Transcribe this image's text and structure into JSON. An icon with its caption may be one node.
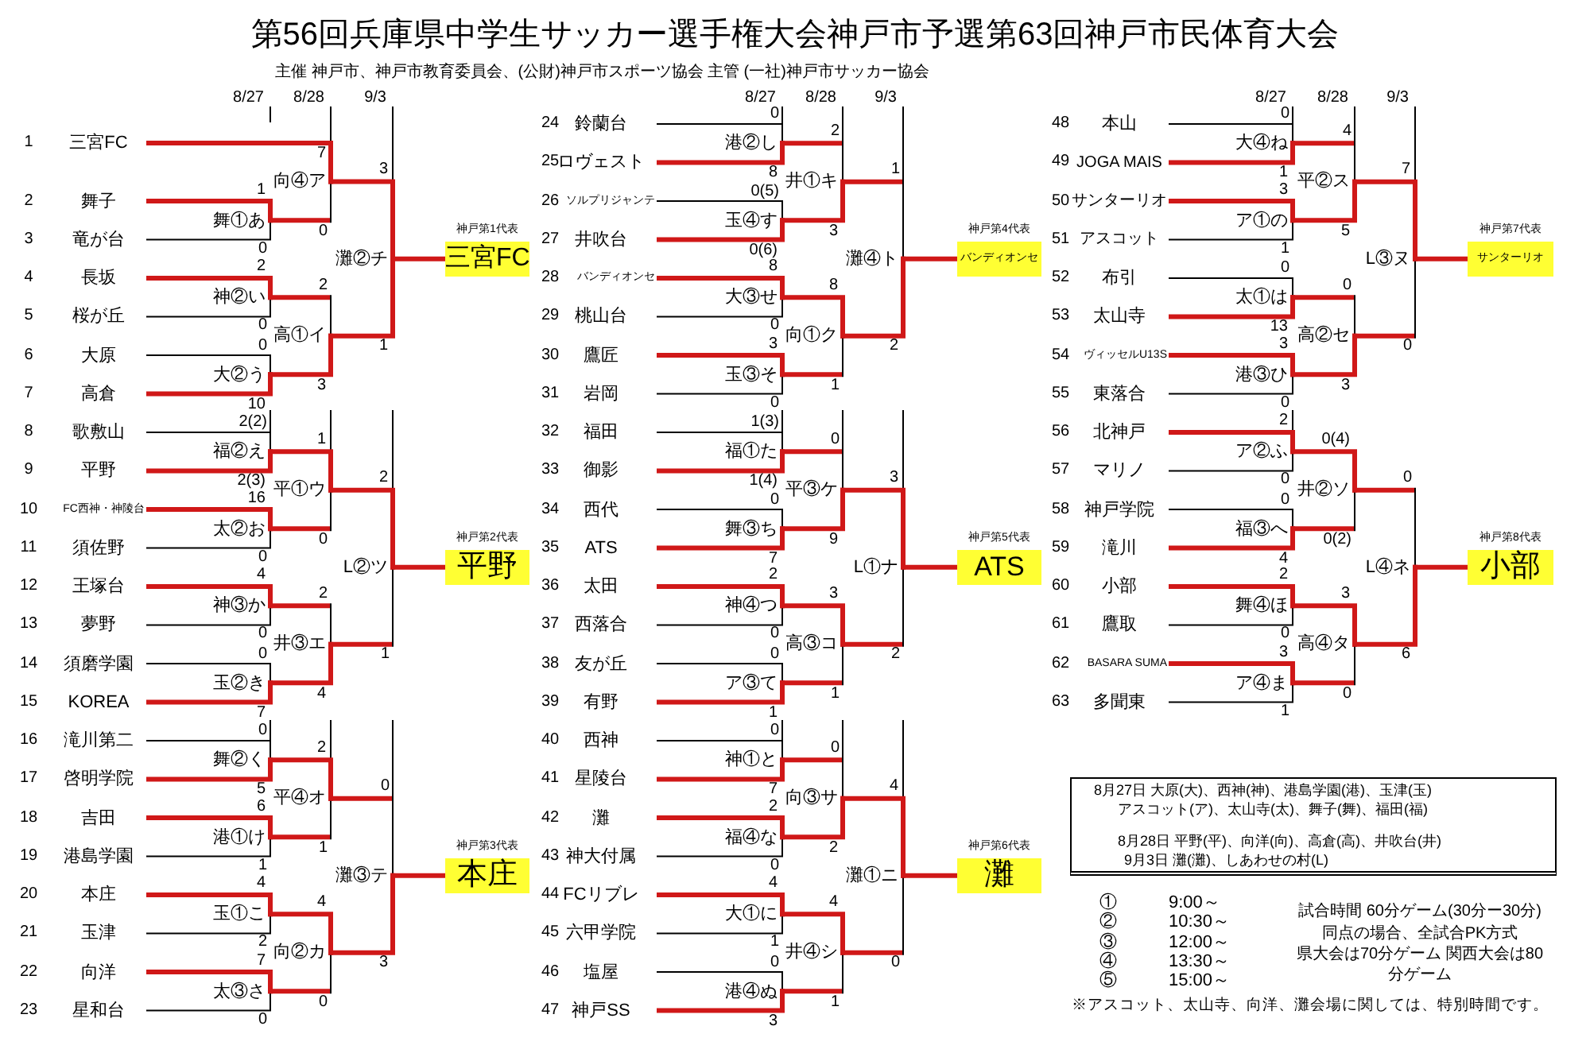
{
  "diagram": {
    "title": "第56回兵庫県中学生サッカー選手権大会神戸市予選第63回神戸市民体育大会",
    "nodes": [
      {
        "text": [
          "三宮FC"
        ],
        "beside": [
          "1"
        ]
      },
      {
        "text": [
          "舞子"
        ],
        "beside": [
          "2"
        ]
      },
      {
        "text": [
          "竜が台"
        ],
        "beside": [
          "3"
        ]
      },
      {
        "text": [
          "長坂"
        ],
        "beside": [
          "4"
        ]
      },
      {
        "text": [
          "桜が丘"
        ],
        "beside": [
          "5"
        ]
      },
      {
        "text": [
          "大原"
        ],
        "beside": [
          "6"
        ]
      },
      {
        "text": [
          "高倉"
        ],
        "beside": [
          "7"
        ]
      },
      {
        "text": [
          "歌敷山"
        ],
        "beside": [
          "8"
        ]
      },
      {
        "text": [
          "平野"
        ],
        "beside": [
          "9"
        ]
      },
      {
        "text": [
          "FC西神・神陵台"
        ],
        "beside": [
          "10"
        ]
      },
      {
        "text": [
          "須佐野"
        ],
        "beside": [
          "11"
        ]
      },
      {
        "text": [
          "王塚台"
        ],
        "beside": [
          "12"
        ]
      },
      {
        "text": [
          "夢野"
        ],
        "beside": [
          "13"
        ]
      },
      {
        "text": [
          "須磨学園"
        ],
        "beside": [
          "14"
        ]
      },
      {
        "text": [
          "KOREA"
        ],
        "beside": [
          "15"
        ]
      },
      {
        "text": [
          "滝川第二"
        ],
        "beside": [
          "16"
        ]
      },
      {
        "text": [
          "啓明学院"
        ],
        "beside": [
          "17"
        ]
      },
      {
        "text": [
          "吉田"
        ],
        "beside": [
          "18"
        ]
      },
      {
        "text": [
          "港島学園"
        ],
        "beside": [
          "19"
        ]
      },
      {
        "text": [
          "本庄"
        ],
        "beside": [
          "20"
        ]
      },
      {
        "text": [
          "玉津"
        ],
        "beside": [
          "21"
        ]
      },
      {
        "text": [
          "向洋"
        ],
        "beside": [
          "22"
        ]
      },
      {
        "text": [
          "星和台"
        ],
        "beside": [
          "23"
        ]
      },
      {
        "text": [
          "鈴蘭台"
        ],
        "beside": [
          "24"
        ]
      },
      {
        "text": [
          "ロヴェスト"
        ],
        "beside": [
          "25"
        ]
      },
      {
        "text": [
          "ソルプリジャンテ"
        ],
        "beside": [
          "26"
        ]
      },
      {
        "text": [
          "井吹台"
        ],
        "beside": [
          "27"
        ]
      },
      {
        "text": [
          "バンディオンセ"
        ],
        "beside": [
          "28"
        ]
      },
      {
        "text": [
          "桃山台"
        ],
        "beside": [
          "29"
        ]
      },
      {
        "text": [
          "鷹匠"
        ],
        "beside": [
          "30"
        ]
      },
      {
        "text": [
          "岩岡"
        ],
        "beside": [
          "31"
        ]
      },
      {
        "text": [
          "福田"
        ],
        "beside": [
          "32"
        ]
      },
      {
        "text": [
          "御影"
        ],
        "beside": [
          "33"
        ]
      },
      {
        "text": [
          "西代"
        ],
        "beside": [
          "34"
        ]
      },
      {
        "text": [
          "ATS"
        ],
        "beside": [
          "35"
        ]
      },
      {
        "text": [
          "太田"
        ],
        "beside": [
          "36"
        ]
      },
      {
        "text": [
          "西落合"
        ],
        "beside": [
          "37"
        ]
      },
      {
        "text": [
          "友が丘"
        ],
        "beside": [
          "38"
        ]
      },
      {
        "text": [
          "有野"
        ],
        "beside": [
          "39"
        ]
      },
      {
        "text": [
          "西神"
        ],
        "beside": [
          "40"
        ]
      },
      {
        "text": [
          "星陵台"
        ],
        "beside": [
          "41"
        ]
      },
      {
        "text": [
          "灘"
        ],
        "beside": [
          "42"
        ]
      },
      {
        "text": [
          "神大付属"
        ],
        "beside": [
          "43"
        ]
      },
      {
        "text": [
          "FCリブレ"
        ],
        "beside": [
          "44"
        ]
      },
      {
        "text": [
          "六甲学院"
        ],
        "beside": [
          "45"
        ]
      },
      {
        "text": [
          "塩屋"
        ],
        "beside": [
          "46"
        ]
      },
      {
        "text": [
          "神戸SS"
        ],
        "beside": [
          "47"
        ]
      },
      {
        "text": [
          "本山"
        ],
        "beside": [
          "48"
        ]
      },
      {
        "text": [
          "JOGA MAIS"
        ],
        "beside": [
          "49"
        ]
      },
      {
        "text": [
          "サンターリオ"
        ],
        "beside": [
          "50"
        ]
      },
      {
        "text": [
          "アスコット"
        ],
        "beside": [
          "51"
        ]
      },
      {
        "text": [
          "布引"
        ],
        "beside": [
          "52"
        ]
      },
      {
        "text": [
          "太山寺"
        ],
        "beside": [
          "53"
        ]
      },
      {
        "text": [
          "ヴィッセルU13S"
        ],
        "beside": [
          "54"
        ]
      },
      {
        "text": [
          "東落合"
        ],
        "beside": [
          "55"
        ]
      },
      {
        "text": [
          "北神戸"
        ],
        "beside": [
          "56"
        ]
      },
      {
        "text": [
          "マリノ"
        ],
        "beside": [
          "57"
        ]
      },
      {
        "text": [
          "神戸学院"
        ],
        "beside": [
          "58"
        ]
      },
      {
        "text": [
          "滝川"
        ],
        "beside": [
          "59"
        ]
      },
      {
        "text": [
          "小部"
        ],
        "beside": [
          "60"
        ]
      },
      {
        "text": [
          "鷹取"
        ],
        "beside": [
          "61"
        ]
      },
      {
        "text": [
          "BASARA SUMA"
        ],
        "beside": [
          "62"
        ]
      },
      {
        "text": [
          "多聞東"
        ],
        "beside": [
          "63"
        ]
      },
      {
        "text": [
          "舞①あ"
        ]
      },
      {
        "text": [
          "神②い"
        ]
      },
      {
        "text": [
          "大②う"
        ]
      },
      {
        "text": [
          "福②え"
        ]
      },
      {
        "text": [
          "太②お"
        ]
      },
      {
        "text": [
          "神③か"
        ]
      },
      {
        "text": [
          "玉②き"
        ]
      },
      {
        "text": [
          "舞②く"
        ]
      },
      {
        "text": [
          "港①け"
        ]
      },
      {
        "text": [
          "玉①こ"
        ]
      },
      {
        "text": [
          "太③さ"
        ]
      },
      {
        "text": [
          "向④ア"
        ]
      },
      {
        "text": [
          "高①イ"
        ]
      },
      {
        "text": [
          "平①ウ"
        ]
      },
      {
        "text": [
          "井③エ"
        ]
      },
      {
        "text": [
          "平④オ"
        ]
      },
      {
        "text": [
          "向②カ"
        ]
      },
      {
        "text": [
          "灘②チ"
        ]
      },
      {
        "text": [
          "L②ツ"
        ]
      },
      {
        "text": [
          "灘③テ"
        ]
      },
      {
        "text": [
          "神戸第1代表",
          "三宮FC"
        ]
      },
      {
        "text": [
          "神戸第2代表",
          "平野"
        ]
      },
      {
        "text": [
          "神戸第3代表",
          "本庄"
        ]
      },
      {
        "text": [
          "港②し"
        ]
      },
      {
        "text": [
          "玉④す"
        ]
      },
      {
        "text": [
          "大③せ"
        ]
      },
      {
        "text": [
          "玉③そ"
        ]
      },
      {
        "text": [
          "福①た"
        ]
      },
      {
        "text": [
          "舞③ち"
        ]
      },
      {
        "text": [
          "神④つ"
        ]
      },
      {
        "text": [
          "ア③て"
        ]
      },
      {
        "text": [
          "神①と"
        ]
      },
      {
        "text": [
          "福④な"
        ]
      },
      {
        "text": [
          "大①に"
        ]
      },
      {
        "text": [
          "港④ぬ"
        ]
      },
      {
        "text": [
          "井①キ"
        ]
      },
      {
        "text": [
          "向①ク"
        ]
      },
      {
        "text": [
          "平③ケ"
        ]
      },
      {
        "text": [
          "高③コ"
        ]
      },
      {
        "text": [
          "向③サ"
        ]
      },
      {
        "text": [
          "井④シ"
        ]
      },
      {
        "text": [
          "灘④ト"
        ]
      },
      {
        "text": [
          "L①ナ"
        ]
      },
      {
        "text": [
          "灘①ニ"
        ]
      },
      {
        "text": [
          "神戸第4代表",
          "バンディオンセ"
        ]
      },
      {
        "text": [
          "神戸第5代表",
          "ATS"
        ]
      },
      {
        "text": [
          "神戸第6代表",
          "灘"
        ]
      },
      {
        "text": [
          "大④ね"
        ]
      },
      {
        "text": [
          "ア①の"
        ]
      },
      {
        "text": [
          "太①は"
        ]
      },
      {
        "text": [
          "港③ひ"
        ]
      },
      {
        "text": [
          "ア②ふ"
        ]
      },
      {
        "text": [
          "福③へ"
        ]
      },
      {
        "text": [
          "舞④ほ"
        ]
      },
      {
        "text": [
          "ア④ま"
        ]
      },
      {
        "text": [
          "平②ス"
        ]
      },
      {
        "text": [
          "高②セ"
        ]
      },
      {
        "text": [
          "井②ソ"
        ]
      },
      {
        "text": [
          "高④タ"
        ]
      },
      {
        "text": [
          "L③ヌ"
        ]
      },
      {
        "text": [
          "L④ネ"
        ]
      },
      {
        "text": [
          "神戸第7代表",
          "サンターリオ"
        ]
      },
      {
        "text": [
          "神戸第8代表",
          "小部"
        ]
      },
      {
        "text": [
          "8月27日 大原(大)、西神(神)、港島学園(港)、玉津(玉)アスコット(ア)、太山寺(太)、舞子(舞)、福田(福)",
          "8月28日 平野(平)、向洋(向)、高倉(高)、井吹台(井)",
          "9月3日 灘(灘)、しあわせの村(L)"
        ]
      }
    ],
    "edges": [
      {
        "from": 1,
        "to": 63,
        "arrow": "none",
        "label": "1",
        "style": "thick",
        "color": "#d01818"
      },
      {
        "from": 2,
        "to": 63,
        "arrow": "none",
        "label": "0"
      },
      {
        "from": 3,
        "to": 64,
        "arrow": "none",
        "label": "2",
        "style": "thick",
        "color": "#d01818"
      },
      {
        "from": 4,
        "to": 64,
        "arrow": "none",
        "label": "0"
      },
      {
        "from": 5,
        "to": 65,
        "arrow": "none",
        "label": "0"
      },
      {
        "from": 6,
        "to": 65,
        "arrow": "none",
        "label": "10",
        "style": "thick",
        "color": "#d01818"
      },
      {
        "from": 7,
        "to": 66,
        "arrow": "none",
        "label": "2(2)"
      },
      {
        "from": 8,
        "to": 66,
        "arrow": "none",
        "label": "2(3)",
        "style": "thick",
        "color": "#d01818"
      },
      {
        "from": 9,
        "to": 67,
        "arrow": "none",
        "label": "16",
        "style": "thick",
        "color": "#d01818"
      },
      {
        "from": 10,
        "to": 67,
        "arrow": "none",
        "label": "0"
      },
      {
        "from": 11,
        "to": 68,
        "arrow": "none",
        "label": "4",
        "style": "thick",
        "color": "#d01818"
      },
      {
        "from": 12,
        "to": 68,
        "arrow": "none",
        "label": "0"
      },
      {
        "from": 13,
        "to": 69,
        "arrow": "none",
        "label": "0"
      },
      {
        "from": 14,
        "to": 69,
        "arrow": "none",
        "label": "7",
        "style": "thick",
        "color": "#d01818"
      },
      {
        "from": 15,
        "to": 70,
        "arrow": "none",
        "label": "0"
      },
      {
        "from": 16,
        "to": 70,
        "arrow": "none",
        "label": "5",
        "style": "thick",
        "color": "#d01818"
      },
      {
        "from": 17,
        "to": 71,
        "arrow": "none",
        "label": "6",
        "style": "thick",
        "color": "#d01818"
      },
      {
        "from": 18,
        "to": 71,
        "arrow": "none",
        "label": "1"
      },
      {
        "from": 19,
        "to": 72,
        "arrow": "none",
        "label": "4",
        "style": "thick",
        "color": "#d01818"
      },
      {
        "from": 20,
        "to": 72,
        "arrow": "none",
        "label": "2"
      },
      {
        "from": 21,
        "to": 73,
        "arrow": "none",
        "label": "7",
        "style": "thick",
        "color": "#d01818"
      },
      {
        "from": 22,
        "to": 73,
        "arrow": "none",
        "label": "0"
      },
      {
        "from": 0,
        "to": 74,
        "arrow": "none",
        "label": "7",
        "style": "thick",
        "color": "#d01818"
      },
      {
        "from": 63,
        "to": 74,
        "arrow": "none",
        "label": "0"
      },
      {
        "from": 64,
        "to": 75,
        "arrow": "none",
        "label": "2"
      },
      {
        "from": 65,
        "to": 75,
        "arrow": "none",
        "label": "3",
        "style": "thick",
        "color": "#d01818"
      },
      {
        "from": 66,
        "to": 76,
        "arrow": "none",
        "label": "1",
        "style": "thick",
        "color": "#d01818"
      },
      {
        "from": 67,
        "to": 76,
        "arrow": "none",
        "label": "0"
      },
      {
        "from": 68,
        "to": 77,
        "arrow": "none",
        "label": "2"
      },
      {
        "from": 69,
        "to": 77,
        "arrow": "none",
        "label": "4",
        "style": "thick",
        "color": "#d01818"
      },
      {
        "from": 70,
        "to": 78,
        "arrow": "none",
        "label": "2",
        "style": "thick",
        "color": "#d01818"
      },
      {
        "from": 71,
        "to": 78,
        "arrow": "none",
        "label": "1"
      },
      {
        "from": 72,
        "to": 79,
        "arrow": "none",
        "label": "4",
        "style": "thick",
        "color": "#d01818"
      },
      {
        "from": 73,
        "to": 79,
        "arrow": "none",
        "label": "0"
      },
      {
        "from": 74,
        "to": 80,
        "arrow": "none",
        "label": "3",
        "style": "thick",
        "color": "#d01818"
      },
      {
        "from": 75,
        "to": 80,
        "arrow": "none",
        "label": "1",
        "style": "thick",
        "color": "#d01818"
      },
      {
        "from": 76,
        "to": 81,
        "arrow": "none",
        "label": "2",
        "style": "thick",
        "color": "#d01818"
      },
      {
        "from": 77,
        "to": 81,
        "arrow": "none",
        "label": "1"
      },
      {
        "from": 78,
        "to": 82,
        "arrow": "none",
        "label": "0"
      },
      {
        "from": 79,
        "to": 82,
        "arrow": "none",
        "label": "3",
        "style": "thick",
        "color": "#d01818"
      },
      {
        "from": 80,
        "to": 83,
        "arrow": "none",
        "style": "thick",
        "color": "#d01818"
      },
      {
        "from": 81,
        "to": 84,
        "arrow": "none",
        "style": "thick",
        "color": "#d01818"
      },
      {
        "from": 82,
        "to": 85,
        "arrow": "none",
        "style": "thick",
        "color": "#d01818"
      },
      {
        "from": 23,
        "to": 86,
        "arrow": "none",
        "label": "0"
      },
      {
        "from": 24,
        "to": 86,
        "arrow": "none",
        "label": "8",
        "style": "thick",
        "color": "#d01818"
      },
      {
        "from": 25,
        "to": 87,
        "arrow": "none",
        "label": "0(5)"
      },
      {
        "from": 26,
        "to": 87,
        "arrow": "none",
        "label": "0(6)",
        "style": "thick",
        "color": "#d01818"
      },
      {
        "from": 27,
        "to": 88,
        "arrow": "none",
        "label": "8",
        "style": "thick",
        "color": "#d01818"
      },
      {
        "from": 28,
        "to": 88,
        "arrow": "none",
        "label": "0"
      },
      {
        "from": 29,
        "to": 89,
        "arrow": "none",
        "label": "3",
        "style": "thick",
        "color": "#d01818"
      },
      {
        "from": 30,
        "to": 89,
        "arrow": "none",
        "label": "0"
      },
      {
        "from": 31,
        "to": 90,
        "arrow": "none",
        "label": "1(3)"
      },
      {
        "from": 32,
        "to": 90,
        "arrow": "none",
        "label": "1(4)",
        "style": "thick",
        "color": "#d01818"
      },
      {
        "from": 33,
        "to": 91,
        "arrow": "none",
        "label": "0"
      },
      {
        "from": 34,
        "to": 91,
        "arrow": "none",
        "label": "7",
        "style": "thick",
        "color": "#d01818"
      },
      {
        "from": 35,
        "to": 92,
        "arrow": "none",
        "label": "2",
        "style": "thick",
        "color": "#d01818"
      },
      {
        "from": 36,
        "to": 92,
        "arrow": "none",
        "label": "0"
      },
      {
        "from": 37,
        "to": 93,
        "arrow": "none",
        "label": "0"
      },
      {
        "from": 38,
        "to": 93,
        "arrow": "none",
        "label": "1",
        "style": "thick",
        "color": "#d01818"
      },
      {
        "from": 39,
        "to": 94,
        "arrow": "none",
        "label": "0"
      },
      {
        "from": 40,
        "to": 94,
        "arrow": "none",
        "label": "7",
        "style": "thick",
        "color": "#d01818"
      },
      {
        "from": 41,
        "to": 95,
        "arrow": "none",
        "label": "2",
        "style": "thick",
        "color": "#d01818"
      },
      {
        "from": 42,
        "to": 95,
        "arrow": "none",
        "label": "0"
      },
      {
        "from": 43,
        "to": 96,
        "arrow": "none",
        "label": "4",
        "style": "thick",
        "color": "#d01818"
      },
      {
        "from": 44,
        "to": 96,
        "arrow": "none",
        "label": "1"
      },
      {
        "from": 45,
        "to": 97,
        "arrow": "none",
        "label": "0"
      },
      {
        "from": 46,
        "to": 97,
        "arrow": "none",
        "label": "3",
        "style": "thick",
        "color": "#d01818"
      },
      {
        "from": 86,
        "to": 98,
        "arrow": "none",
        "label": "2"
      },
      {
        "from": 87,
        "to": 98,
        "arrow": "none",
        "label": "3",
        "style": "thick",
        "color": "#d01818"
      },
      {
        "from": 88,
        "to": 99,
        "arrow": "none",
        "label": "8",
        "style": "thick",
        "color": "#d01818"
      },
      {
        "from": 89,
        "to": 99,
        "arrow": "none",
        "label": "1"
      },
      {
        "from": 90,
        "to": 100,
        "arrow": "none",
        "label": "0"
      },
      {
        "from": 91,
        "to": 100,
        "arrow": "none",
        "label": "9",
        "style": "thick",
        "color": "#d01818"
      },
      {
        "from": 92,
        "to": 101,
        "arrow": "none",
        "label": "3",
        "style": "thick",
        "color": "#d01818"
      },
      {
        "from": 93,
        "to": 101,
        "arrow": "none",
        "label": "1"
      },
      {
        "from": 94,
        "to": 102,
        "arrow": "none",
        "label": "0"
      },
      {
        "from": 95,
        "to": 102,
        "arrow": "none",
        "label": "2",
        "style": "thick",
        "color": "#d01818"
      },
      {
        "from": 96,
        "to": 103,
        "arrow": "none",
        "label": "4",
        "style": "thick",
        "color": "#d01818"
      },
      {
        "from": 97,
        "to": 103,
        "arrow": "none",
        "label": "1"
      },
      {
        "from": 98,
        "to": 104,
        "arrow": "none",
        "label": "1"
      },
      {
        "from": 99,
        "to": 104,
        "arrow": "none",
        "label": "2",
        "style": "thick",
        "color": "#d01818"
      },
      {
        "from": 100,
        "to": 105,
        "arrow": "none",
        "label": "3",
        "style": "thick",
        "color": "#d01818"
      },
      {
        "from": 101,
        "to": 105,
        "arrow": "none",
        "label": "2"
      },
      {
        "from": 102,
        "to": 106,
        "arrow": "none",
        "label": "4",
        "style": "thick",
        "color": "#d01818"
      },
      {
        "from": 103,
        "to": 106,
        "arrow": "none",
        "label": "0"
      },
      {
        "from": 104,
        "to": 107,
        "arrow": "none",
        "style": "thick",
        "color": "#d01818"
      },
      {
        "from": 105,
        "to": 108,
        "arrow": "none",
        "style": "thick",
        "color": "#d01818"
      },
      {
        "from": 106,
        "to": 109,
        "arrow": "none",
        "style": "thick",
        "color": "#d01818"
      },
      {
        "from": 47,
        "to": 110,
        "arrow": "none",
        "label": "0"
      },
      {
        "from": 48,
        "to": 110,
        "arrow": "none",
        "label": "1",
        "style": "thick",
        "color": "#d01818"
      },
      {
        "from": 49,
        "to": 111,
        "arrow": "none",
        "label": "3",
        "style": "thick",
        "color": "#d01818"
      },
      {
        "from": 50,
        "to": 111,
        "arrow": "none",
        "label": "1"
      },
      {
        "from": 51,
        "to": 112,
        "arrow": "none",
        "label": "0"
      },
      {
        "from": 52,
        "to": 112,
        "arrow": "none",
        "label": "13",
        "style": "thick",
        "color": "#d01818"
      },
      {
        "from": 53,
        "to": 113,
        "arrow": "none",
        "label": "3",
        "style": "thick",
        "color": "#d01818"
      },
      {
        "from": 54,
        "to": 113,
        "arrow": "none",
        "label": "0"
      },
      {
        "from": 55,
        "to": 114,
        "arrow": "none",
        "label": "2",
        "style": "thick",
        "color": "#d01818"
      },
      {
        "from": 56,
        "to": 114,
        "arrow": "none",
        "label": "0"
      },
      {
        "from": 57,
        "to": 115,
        "arrow": "none",
        "label": "0"
      },
      {
        "from": 58,
        "to": 115,
        "arrow": "none",
        "label": "4",
        "style": "thick",
        "color": "#d01818"
      },
      {
        "from": 59,
        "to": 116,
        "arrow": "none",
        "label": "2",
        "style": "thick",
        "color": "#d01818"
      },
      {
        "from": 60,
        "to": 116,
        "arrow": "none",
        "label": "0"
      },
      {
        "from": 61,
        "to": 117,
        "arrow": "none",
        "label": "3",
        "style": "thick",
        "color": "#d01818"
      },
      {
        "from": 62,
        "to": 117,
        "arrow": "none",
        "label": "1"
      },
      {
        "from": 110,
        "to": 118,
        "arrow": "none",
        "label": "4"
      },
      {
        "from": 111,
        "to": 118,
        "arrow": "none",
        "label": "5",
        "style": "thick",
        "color": "#d01818"
      },
      {
        "from": 112,
        "to": 119,
        "arrow": "none",
        "label": "0"
      },
      {
        "from": 113,
        "to": 119,
        "arrow": "none",
        "label": "3",
        "style": "thick",
        "color": "#d01818"
      },
      {
        "from": 114,
        "to": 120,
        "arrow": "none",
        "label": "0(4)",
        "style": "thick",
        "color": "#d01818"
      },
      {
        "from": 115,
        "to": 120,
        "arrow": "none",
        "label": "0(2)"
      },
      {
        "from": 116,
        "to": 121,
        "arrow": "none",
        "label": "3",
        "style": "thick",
        "color": "#d01818"
      },
      {
        "from": 117,
        "to": 121,
        "arrow": "none",
        "label": "0"
      },
      {
        "from": 118,
        "to": 122,
        "arrow": "none",
        "label": "7",
        "style": "thick",
        "color": "#d01818"
      },
      {
        "from": 119,
        "to": 122,
        "arrow": "none",
        "label": "0"
      },
      {
        "from": 120,
        "to": 123,
        "arrow": "none",
        "label": "0"
      },
      {
        "from": 121,
        "to": 123,
        "arrow": "none",
        "label": "6",
        "style": "thick",
        "color": "#d01818"
      },
      {
        "from": 122,
        "to": 124,
        "arrow": "none",
        "style": "thick",
        "color": "#d01818"
      },
      {
        "from": 123,
        "to": 125,
        "arrow": "none",
        "style": "thick",
        "color": "#d01818"
      }
    ],
    "labels": [
      "主催 神戸市、神戸市教育委員会、(公財)神戸市スポーツ協会",
      "主管 (一社)神戸市サッカー協会",
      "8/27",
      "8/28",
      "9/3",
      "8/27",
      "8/28",
      "9/3",
      "8/27",
      "8/28",
      "9/3",
      "①",
      "9:00～",
      "②",
      "10:30～",
      "③",
      "12:00～",
      "④",
      "13:30～",
      "⑤",
      "15:00～",
      "試合時間 60分ゲーム(30分ー30分)",
      "同点の場合、全試合PK方式",
      "県大会は70分ゲーム 関西大会は80分ゲーム",
      "※アスコット、太山寺、向洋、灘会場に関しては、特別時間です。"
    ]
  }
}
